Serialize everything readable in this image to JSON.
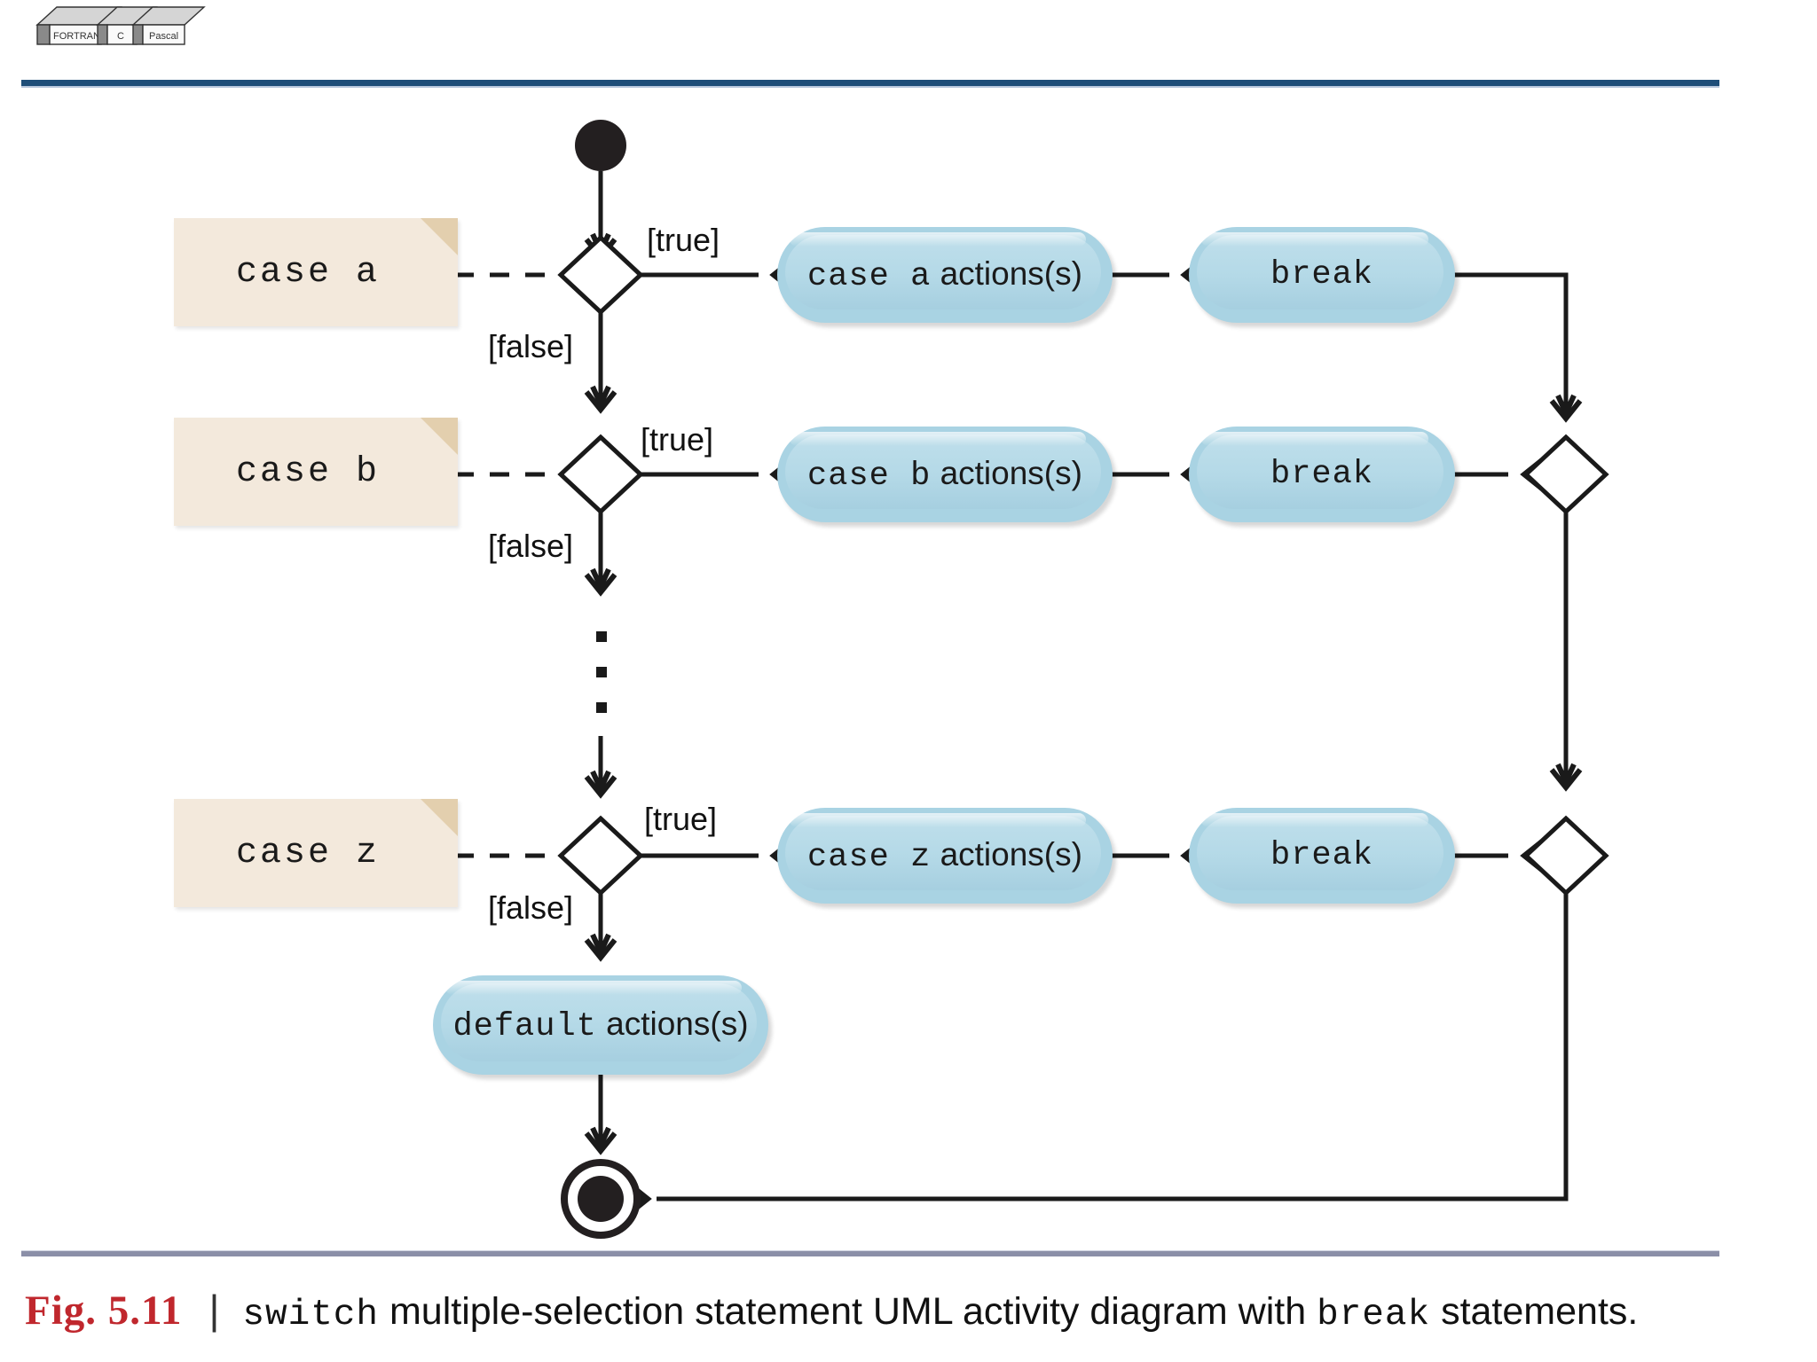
{
  "logo": {
    "name": "books-logo",
    "book_labels": [
      "FORTRAN",
      "C",
      "Pascal"
    ]
  },
  "diagram": {
    "title": "switch multiple-selection statement UML activity diagram",
    "start_node": "initial-state",
    "final_node": "final-state",
    "notes": [
      {
        "label": "case a"
      },
      {
        "label": "case b"
      },
      {
        "label": "case z"
      }
    ],
    "decisions": [
      {
        "guard_true": "[true]",
        "guard_false": "[false]"
      },
      {
        "guard_true": "[true]",
        "guard_false": "[false]"
      },
      {
        "guard_true": "[true]",
        "guard_false": "[false]"
      }
    ],
    "branches": [
      {
        "action_keyword": "case  a",
        "action_rest": "actions(s)",
        "break_label": "break"
      },
      {
        "action_keyword": "case  b",
        "action_rest": "actions(s)",
        "break_label": "break"
      },
      {
        "action_keyword": "case  z",
        "action_rest": "actions(s)",
        "break_label": "break"
      }
    ],
    "default_action": {
      "keyword": "default",
      "rest": "actions(s)"
    },
    "ellipsis": "⋮",
    "merge_nodes": [
      "merge-upper",
      "merge-lower"
    ],
    "colors": {
      "note_fill": "#f3e9dc",
      "note_fold": "#e3cfae",
      "action_fill": "#b4d9e7",
      "action_bevel": "#a9d3e3",
      "line": "#1a1a1a",
      "top_rule": "#1f4e79",
      "bottom_rule": "#8b8fa8",
      "figure_number": "#c0272d"
    }
  },
  "caption": {
    "figure_number": "Fig. 5.11",
    "separator": "|",
    "text_part1": "switch",
    "text_part2": " multiple-selection statement UML activity diagram with ",
    "text_part3": "break",
    "text_part4": " statements."
  }
}
